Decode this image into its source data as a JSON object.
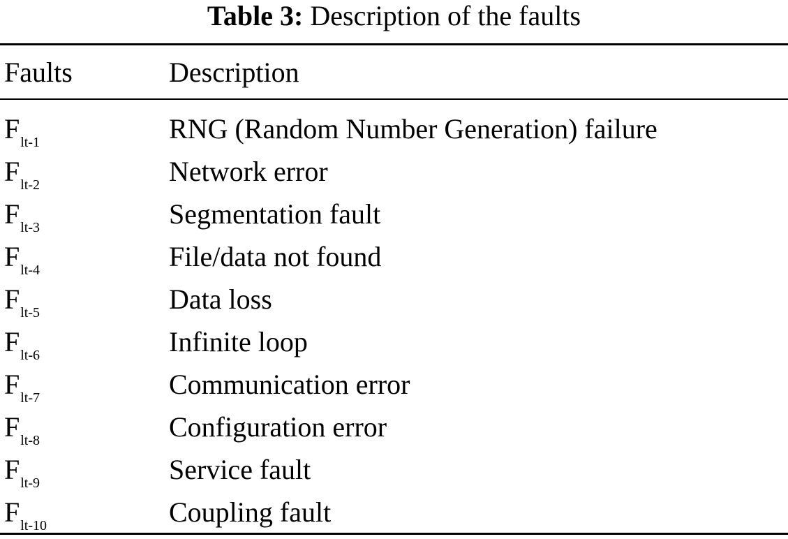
{
  "caption": {
    "label": "Table 3:",
    "text": "Description of the faults"
  },
  "table": {
    "headers": {
      "faults": "Faults",
      "description": "Description"
    },
    "rows": [
      {
        "base": "F",
        "sub": "lt-1",
        "description": "RNG (Random Number Generation) failure"
      },
      {
        "base": "F",
        "sub": "lt-2",
        "description": "Network error"
      },
      {
        "base": "F",
        "sub": "lt-3",
        "description": "Segmentation fault"
      },
      {
        "base": "F",
        "sub": "lt-4",
        "description": "File/data not found"
      },
      {
        "base": "F",
        "sub": "lt-5",
        "description": "Data loss"
      },
      {
        "base": "F",
        "sub": "lt-6",
        "description": "Infinite loop"
      },
      {
        "base": "F",
        "sub": "lt-7",
        "description": "Communication error"
      },
      {
        "base": "F",
        "sub": "lt-8",
        "description": "Configuration error"
      },
      {
        "base": "F",
        "sub": "lt-9",
        "description": "Service fault"
      },
      {
        "base": "F",
        "sub": "lt-10",
        "description": "Coupling fault"
      }
    ]
  }
}
